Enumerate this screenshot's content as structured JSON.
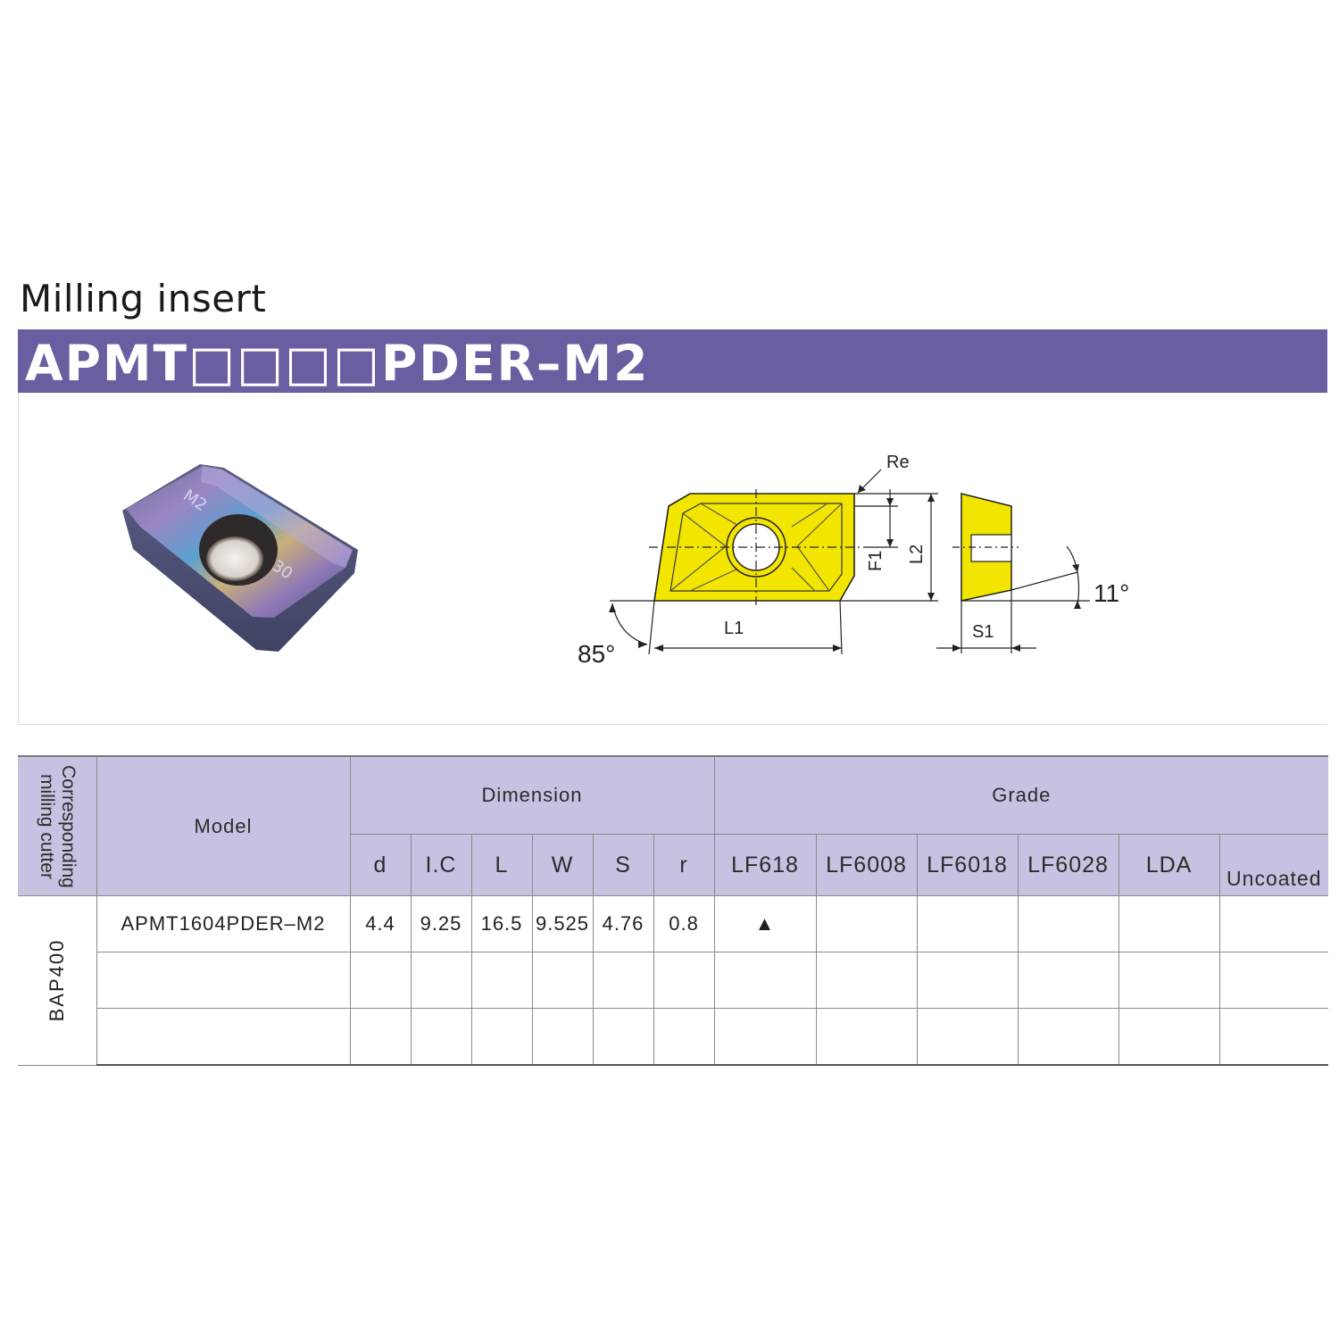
{
  "section_title": "Milling insert",
  "model_code": "APMT□□□□PDER–M2",
  "diagram": {
    "insert_marking_1": "M2",
    "insert_marking_2": "30",
    "label_re": "Re",
    "label_f1": "F1",
    "label_l2": "L2",
    "label_l1": "L1",
    "label_s1": "S1",
    "angle_85": "85°",
    "angle_11": "11°",
    "colors": {
      "insert_fill": "#f2e500",
      "banner": "#6a5ea1",
      "table_header": "#c9c1e1"
    }
  },
  "table": {
    "cutter_header": "Corresponding milling cutter",
    "model_header": "Model",
    "dimension_header": "Dimension",
    "grade_header": "Grade",
    "dimension_columns": [
      "d",
      "I.C",
      "L",
      "W",
      "S",
      "r"
    ],
    "grade_columns": [
      "LF618",
      "LF6008",
      "LF6018",
      "LF6028",
      "LDA",
      "Uncoated"
    ],
    "cutter": "BAP400",
    "rows": [
      {
        "model": "APMT1604PDER–M2",
        "dims": [
          "4.4",
          "9.25",
          "16.5",
          "9.525",
          "4.76",
          "0.8"
        ],
        "grades": [
          "▲",
          "",
          "",
          "",
          "",
          ""
        ]
      },
      {
        "model": "",
        "dims": [
          "",
          "",
          "",
          "",
          "",
          ""
        ],
        "grades": [
          "",
          "",
          "",
          "",
          "",
          ""
        ]
      },
      {
        "model": "",
        "dims": [
          "",
          "",
          "",
          "",
          "",
          ""
        ],
        "grades": [
          "",
          "",
          "",
          "",
          "",
          ""
        ]
      }
    ]
  }
}
